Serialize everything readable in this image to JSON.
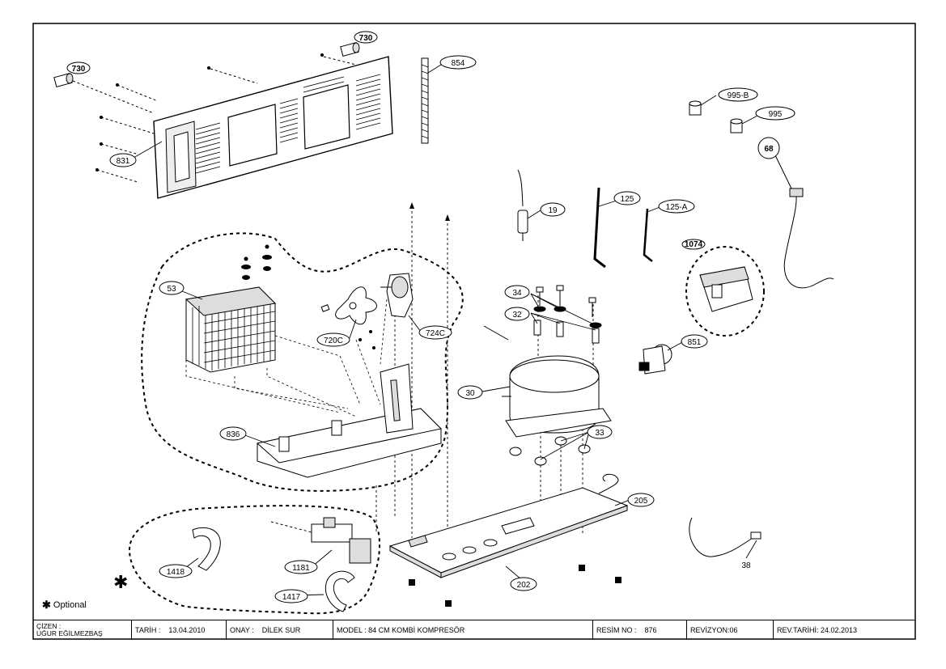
{
  "callouts": {
    "c730a": "730",
    "c730b": "730",
    "c854": "854",
    "c831": "831",
    "c995b": "995-B",
    "c995": "995",
    "c68": "68",
    "c19": "19",
    "c125": "125",
    "c125a": "125-A",
    "c1074": "1074",
    "c53": "53",
    "c720c": "720C",
    "c724c": "724C",
    "c34": "34",
    "c32": "32",
    "c851": "851",
    "c30": "30",
    "c836": "836",
    "c33": "33",
    "c205": "205",
    "c38": "38",
    "c1418": "1418",
    "c1181": "1181",
    "c1417": "1417",
    "c202": "202"
  },
  "legend": {
    "symbol": "✱",
    "label": "Optional"
  },
  "titleblock": {
    "cizen_label": "ÇİZEN :",
    "cizen_value": "UĞUR EĞİLMEZBAŞ",
    "tarih_label": "TARİH :",
    "tarih_value": "13.04.2010",
    "onay_label": "ONAY :",
    "onay_value": "DİLEK SUR",
    "model": "MODEL : 84 CM KOMBİ KOMPRESÖR",
    "resim_label": "RESİM NO :",
    "resim_value": "876",
    "revizyon": "REVİZYON:06",
    "rev_tarihi": "REV.TARİHİ: 24.02.2013"
  },
  "colors": {
    "ink": "#000000",
    "paper": "#ffffff",
    "shade": "#d8d8d8"
  }
}
